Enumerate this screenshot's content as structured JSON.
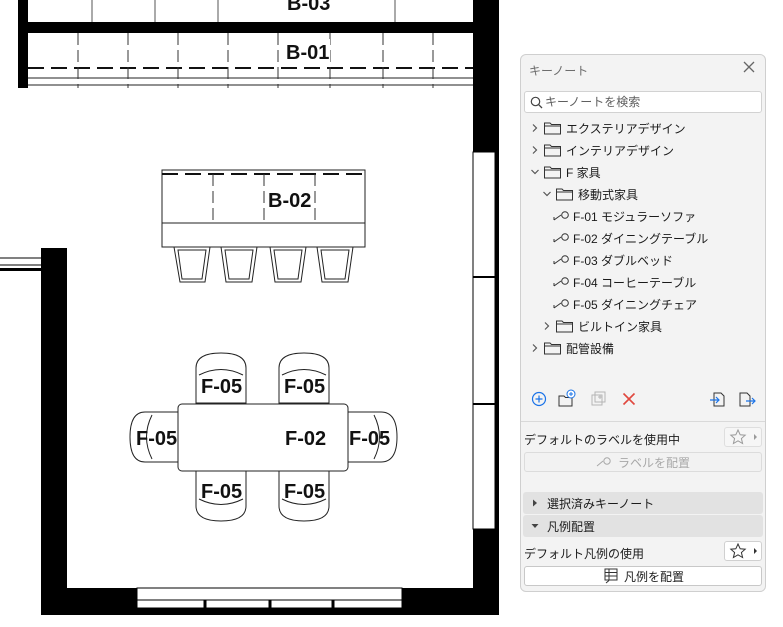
{
  "plan": {
    "labels": {
      "b03": "B-03",
      "b01": "B-01",
      "b02": "B-02",
      "f02": "F-02",
      "f05": "F-05"
    }
  },
  "panel": {
    "title": "キーノート",
    "search_placeholder": "キーノートを検索",
    "tree": [
      {
        "label": "エクステリアデザイン",
        "level": 0,
        "type": "folder",
        "expanded": false
      },
      {
        "label": "インテリアデザイン",
        "level": 0,
        "type": "folder",
        "expanded": false
      },
      {
        "label": "F 家具",
        "level": 0,
        "type": "folder",
        "expanded": true
      },
      {
        "label": "移動式家具",
        "level": 1,
        "type": "folder",
        "expanded": true
      },
      {
        "label": "F-01 モジュラーソファ",
        "level": 2,
        "type": "keynote"
      },
      {
        "label": "F-02 ダイニングテーブル",
        "level": 2,
        "type": "keynote"
      },
      {
        "label": "F-03 ダブルベッド",
        "level": 2,
        "type": "keynote"
      },
      {
        "label": "F-04 コーヒーテーブル",
        "level": 2,
        "type": "keynote"
      },
      {
        "label": "F-05 ダイニングチェア",
        "level": 2,
        "type": "keynote"
      },
      {
        "label": "ビルトイン家具",
        "level": 1,
        "type": "folder",
        "expanded": false
      },
      {
        "label": "配管設備",
        "level": 0,
        "type": "folder",
        "expanded": false
      }
    ],
    "default_label_text": "デフォルトのラベルを使用中",
    "place_label_button": "ラベルを配置",
    "selected_keynotes_section": "選択済みキーノート",
    "legend_section": "凡例配置",
    "default_legend_text": "デフォルト凡例の使用",
    "place_legend_button": "凡例を配置",
    "colors": {
      "add_blue": "#1a73e8",
      "delete_red": "#e0483e",
      "disabled": "#b5b5b5"
    }
  }
}
